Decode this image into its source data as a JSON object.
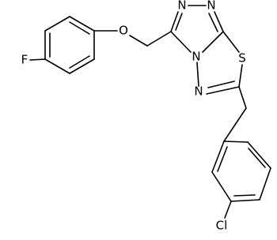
{
  "molecule": {
    "atoms": {
      "o_ether": "O",
      "n_top_left": "N",
      "n_top_right": "N",
      "s_ring": "S",
      "n_bridge": "N",
      "n_lower": "N",
      "f_sub": "F",
      "cl_sub": "Cl"
    }
  }
}
